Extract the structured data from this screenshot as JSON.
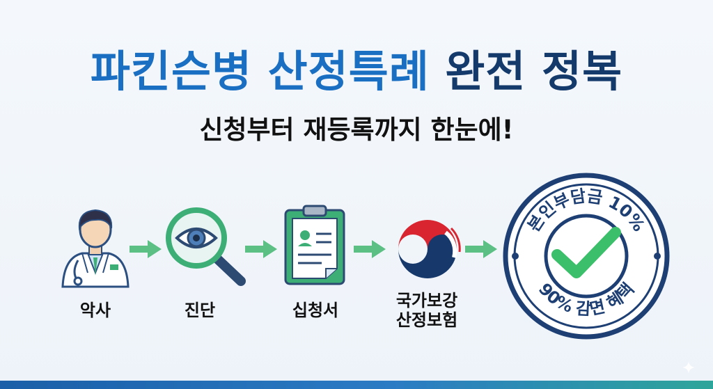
{
  "title": {
    "part1": "파킨슨병 산정특례",
    "part2": "완전 정복"
  },
  "subtitle": "신청부터 재등록까지 한눈에!",
  "steps": [
    {
      "icon": "doctor-icon",
      "label": "악사"
    },
    {
      "icon": "magnifier-eye-icon",
      "label": "진단"
    },
    {
      "icon": "clipboard-form-icon",
      "label": "십청서"
    },
    {
      "icon": "taeguk-emblem-icon",
      "label_line1": "국가보강",
      "label_line2": "산정보험"
    }
  ],
  "badge": {
    "top_text": "본인부담금 10%",
    "bottom_text": "90% 감면 혜택",
    "icon": "checkmark-icon"
  },
  "colors": {
    "title_blue": "#1a6fc2",
    "title_navy": "#14396b",
    "arrow_green": "#5cbf84",
    "badge_navy": "#1d3f73",
    "check_green": "#3cbf6a"
  }
}
